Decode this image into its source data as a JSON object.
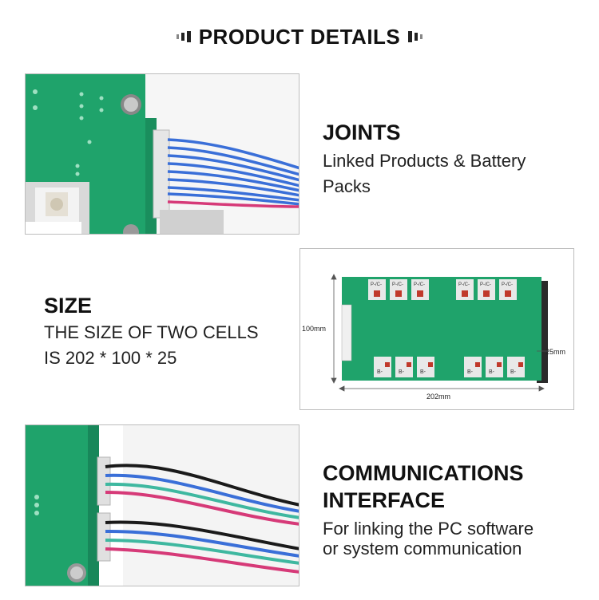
{
  "header": {
    "title": "PRODUCT DETAILS"
  },
  "joints": {
    "title": "JOINTS",
    "lines": [
      "Linked Products & Battery",
      "Packs"
    ]
  },
  "size": {
    "title": "SIZE",
    "lines": [
      "THE SIZE OF TWO CELLS",
      "IS 202 * 100 * 25"
    ]
  },
  "comm": {
    "title_lines": [
      "COMMUNICATIONS",
      "INTERFACE"
    ],
    "lines": [
      "For linking the PC software",
      "or system communication"
    ]
  },
  "diagram": {
    "height_label": "100mm",
    "width_label": "202mm",
    "depth_label": "25mm",
    "top_port_label": "P-/C-",
    "bottom_port_label": "B-"
  },
  "colors": {
    "pcb_green": "#1fa36b",
    "wire_blue": "#3a6fd8",
    "wire_red": "#d63a78",
    "wire_black": "#1a1a1a",
    "wire_teal": "#3fb8a0"
  }
}
